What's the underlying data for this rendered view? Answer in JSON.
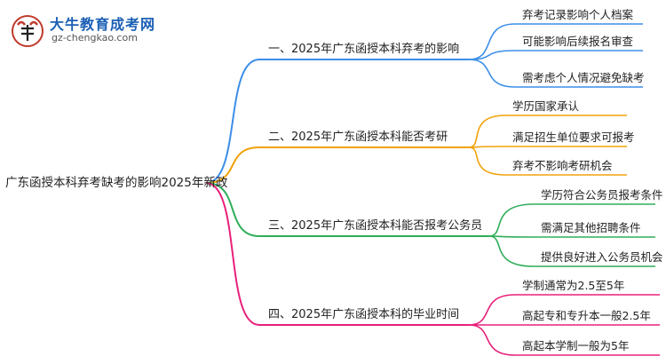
{
  "logo": {
    "title": "大牛教育成考网",
    "url": "gz-chengkao.com"
  },
  "root": "广东函授本科弃考缺考的影响2025年新政",
  "branches": [
    {
      "label": "一、2025年广东函授本科弃考的影响",
      "color": "#3c8ee8",
      "children": [
        "弃考记录影响个人档案",
        "可能影响后续报名审查",
        "需考虑个人情况避免缺考"
      ]
    },
    {
      "label": "二、2025年广东函授本科能否考研",
      "color": "#f0a20a",
      "children": [
        "学历国家承认",
        "满足招生单位要求可报考",
        "弃考不影响考研机会"
      ]
    },
    {
      "label": "三、2025年广东函授本科能否报考公务员",
      "color": "#2fae5a",
      "children": [
        "学历符合公务员报考条件",
        "需满足其他招聘条件",
        "提供良好进入公务员机会"
      ]
    },
    {
      "label": "四、2025年广东函授本科的毕业时间",
      "color": "#e8207a",
      "children": [
        "学制通常为2.5至5年",
        "高起专和专升本一般2.5年",
        "高起本学制一般为5年"
      ]
    }
  ]
}
